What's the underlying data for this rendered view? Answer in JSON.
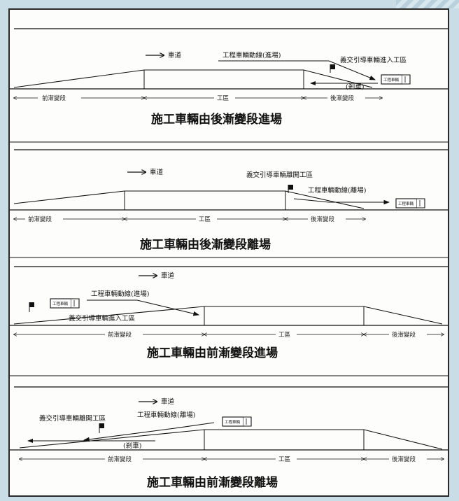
{
  "road_label": "車道",
  "panels": [
    {
      "title": "施工車輛由後漸變段進場",
      "route_label": "工程車輛動線(進場)",
      "guide_label": "義交引導車輛進入工區",
      "brake_label": "(剎車)",
      "truck_label": "工程車輛",
      "segments": [
        "前漸變段",
        "工區",
        "後漸變段"
      ]
    },
    {
      "title": "施工車輛由後漸變段離場",
      "route_label": "工程車輛動線(離場)",
      "guide_label": "義交引導車輛離開工區",
      "truck_label": "工程車輛",
      "segments": [
        "前漸變段",
        "工區",
        "後漸變段"
      ]
    },
    {
      "title": "施工車輛由前漸變段進場",
      "route_label": "工程車輛動線(進場)",
      "guide_label": "義交引導車輛進入工區",
      "truck_label": "工程車輛",
      "segments": [
        "前漸變段",
        "工區",
        "後漸變段"
      ]
    },
    {
      "title": "施工車輛由前漸變段離場",
      "route_label": "工程車輛動線(離場)",
      "guide_label": "義交引導車輛離開工區",
      "brake_label": "(剎車)",
      "truck_label": "工程車輛",
      "segments": [
        "前漸變段",
        "工區",
        "後漸變段"
      ]
    }
  ]
}
